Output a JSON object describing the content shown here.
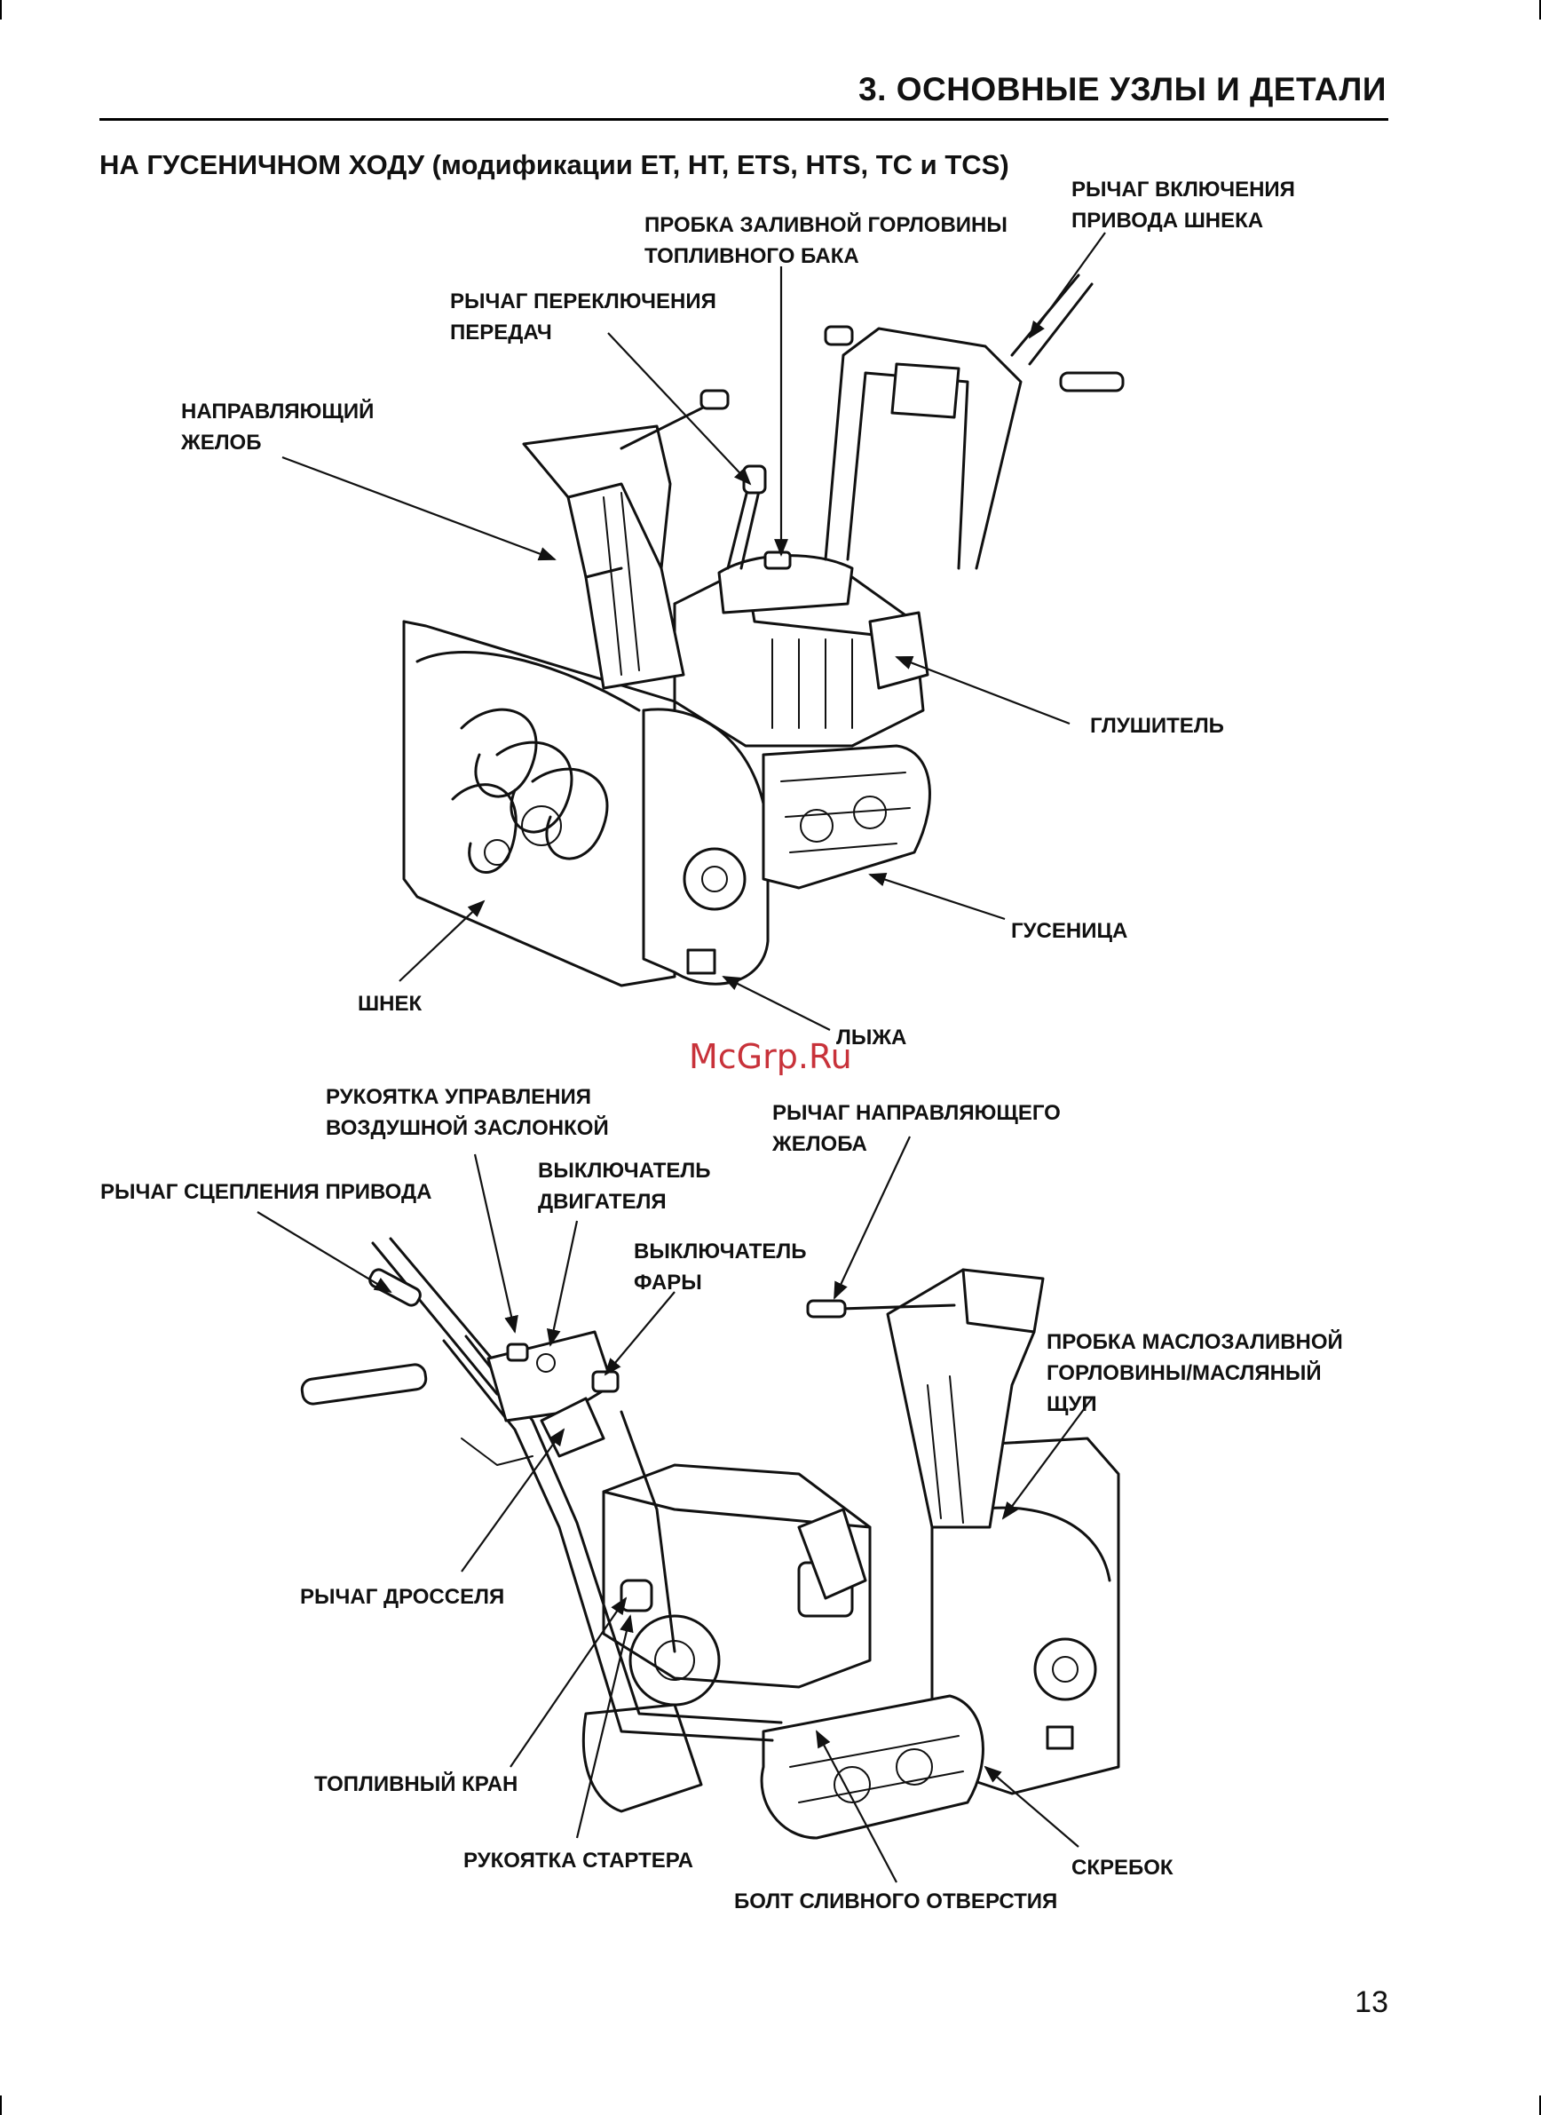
{
  "header": {
    "title": "3. ОСНОВНЫЕ УЗЛЫ И ДЕТАЛИ"
  },
  "section": {
    "title": "НА ГУСЕНИЧНОМ ХОДУ (модификации ET, HT, ETS, HTS, TC и TCS)"
  },
  "figure1": {
    "labels": {
      "auger_lever": [
        "РЫЧАГ ВКЛЮЧЕНИЯ",
        "ПРИВОДА ШНЕКА"
      ],
      "fuel_cap": [
        "ПРОБКА ЗАЛИВНОЙ ГОРЛОВИНЫ",
        "ТОПЛИВНОГО БАКА"
      ],
      "shift_lever": [
        "РЫЧАГ ПЕРЕКЛЮЧЕНИЯ",
        "ПЕРЕДАЧ"
      ],
      "chute": [
        "НАПРАВЛЯЮЩИЙ",
        "ЖЕЛОБ"
      ],
      "muffler": "ГЛУШИТЕЛЬ",
      "track": "ГУСЕНИЦА",
      "auger": "ШНЕК",
      "skid": "ЛЫЖА"
    }
  },
  "figure2": {
    "labels": {
      "choke": [
        "РУКОЯТКА УПРАВЛЕНИЯ",
        "ВОЗДУШНОЙ ЗАСЛОНКОЙ"
      ],
      "drive_clutch": "РЫЧАГ СЦЕПЛЕНИЯ ПРИВОДА",
      "engine_switch": [
        "ВЫКЛЮЧАТЕЛЬ",
        "ДВИГАТЕЛЯ"
      ],
      "chute_lever": [
        "РЫЧАГ НАПРАВЛЯЮЩЕГО",
        "ЖЕЛОБА"
      ],
      "light_switch": [
        "ВЫКЛЮЧАТЕЛЬ",
        "ФАРЫ"
      ],
      "oil_cap": [
        "ПРОБКА МАСЛОЗАЛИВНОЙ",
        "ГОРЛОВИНЫ/МАСЛЯНЫЙ",
        "ЩУП"
      ],
      "throttle": "РЫЧАГ ДРОССЕЛЯ",
      "fuel_valve": "ТОПЛИВНЫЙ КРАН",
      "starter": "РУКОЯТКА СТАРТЕРА",
      "scraper": "СКРЕБОК",
      "drain_bolt": "БОЛТ СЛИВНОГО ОТВЕРСТИЯ"
    }
  },
  "watermark": "McGrp.Ru",
  "page_number": "13"
}
